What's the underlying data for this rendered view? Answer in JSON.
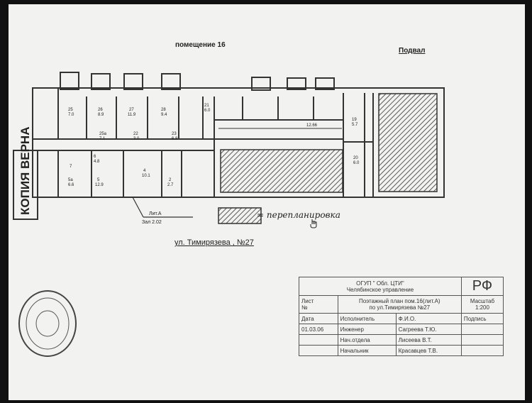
{
  "header": {
    "title": "помещение 16",
    "floor": "Подвал"
  },
  "street": "ул. Тимирязева , №27",
  "legend_text": "= перепланировка",
  "stamp_copy": "КОПИЯ ВЕРНА",
  "lit_a": "Лит.А",
  "lit_a_sub": "Зал 2.02",
  "rooms": [
    {
      "num": "25",
      "area": "7.0"
    },
    {
      "num": "26",
      "area": "8.9"
    },
    {
      "num": "27",
      "area": "11.9"
    },
    {
      "num": "28",
      "area": "9.4"
    },
    {
      "num": "21",
      "area": "6.0"
    },
    {
      "num": "25a",
      "area": "7.1"
    },
    {
      "num": "22",
      "area": "3.0"
    },
    {
      "num": "23",
      "area": "6.8"
    },
    {
      "num": "6",
      "area": "4.8"
    },
    {
      "num": "7",
      "area": ""
    },
    {
      "num": "5",
      "area": "12.9"
    },
    {
      "num": "5a",
      "area": "6.6"
    },
    {
      "num": "4",
      "area": "10.1"
    },
    {
      "num": "2",
      "area": "2.7"
    },
    {
      "num": "19",
      "area": "5.7"
    },
    {
      "num": "20",
      "area": "6.0"
    }
  ],
  "corridor_dim": "12.66",
  "title_block": {
    "org": "ОГУП \" Обл. ЦТИ\"",
    "branch": "Челябинское управление",
    "country": "РФ",
    "sheet_label": "Лист",
    "num_label": "№",
    "plan_title": "Поэтажный план пом.16(лит.А)",
    "plan_address": "по ул.Тимирязева №27",
    "scale_label": "Масштаб",
    "scale": "1:200",
    "date_label": "Дата",
    "executor_label": "Исполнитель",
    "fio_label": "Ф.И.О.",
    "signature_label": "Подпись",
    "row_date": "01.03.06",
    "engineer_label": "Инженер",
    "engineer_name": "Сагреева Т.Ю.",
    "head_dept_label": "Нач.отдела",
    "head_dept_name": "Лисеева В.Т.",
    "head_label": "Начальник",
    "head_name": "Красавцев Т.В."
  }
}
